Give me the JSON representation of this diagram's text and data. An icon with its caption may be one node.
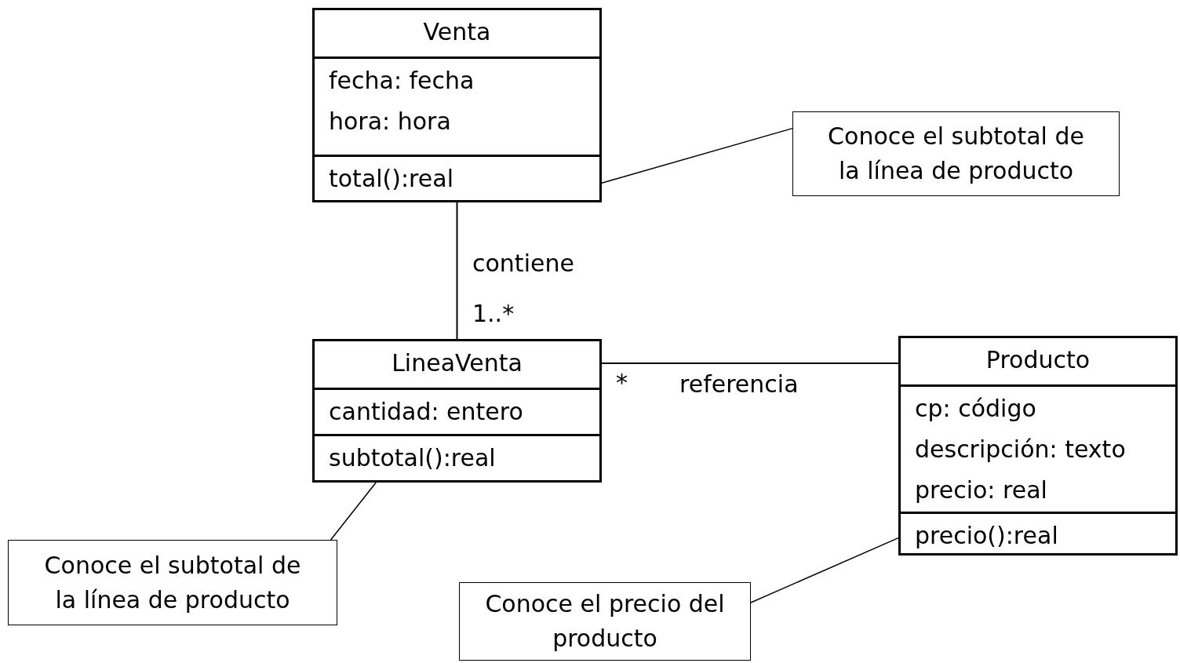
{
  "diagram": {
    "nodes": [
      {
        "text": [
          "Venta"
        ]
      },
      {
        "text": [
          "fecha: fecha",
          "hora: hora"
        ],
        "in": 0
      },
      {
        "text": [
          "total():real"
        ],
        "in": 0
      },
      {
        "text": [
          "Conoce el subtotal de la línea de producto"
        ]
      },
      {
        "text": [
          "LineaVenta"
        ]
      },
      {
        "text": [
          "cantidad: entero"
        ],
        "in": 4
      },
      {
        "text": [
          "subtotal():real"
        ],
        "in": 4
      },
      {
        "text": [
          "Producto"
        ]
      },
      {
        "text": [
          "cp: código",
          "descripción: texto",
          "precio: real"
        ],
        "in": 7
      },
      {
        "text": [
          "precio():real"
        ],
        "in": 7
      },
      {
        "text": [
          "Conoce el subtotal de la línea de producto"
        ]
      },
      {
        "text": [
          "Conoce el precio del producto"
        ]
      }
    ],
    "edges": [
      {
        "from": 0,
        "to": 4,
        "arrow": "none",
        "label": "contiene"
      },
      {
        "from": 4,
        "to": 7,
        "arrow": "none",
        "label": "referencia"
      },
      {
        "from": 3,
        "to": 0,
        "arrow": "none"
      },
      {
        "from": 10,
        "to": 4,
        "arrow": "none"
      },
      {
        "from": 11,
        "to": 9,
        "arrow": "none"
      }
    ],
    "labels": [
      "1..*",
      "*"
    ]
  }
}
